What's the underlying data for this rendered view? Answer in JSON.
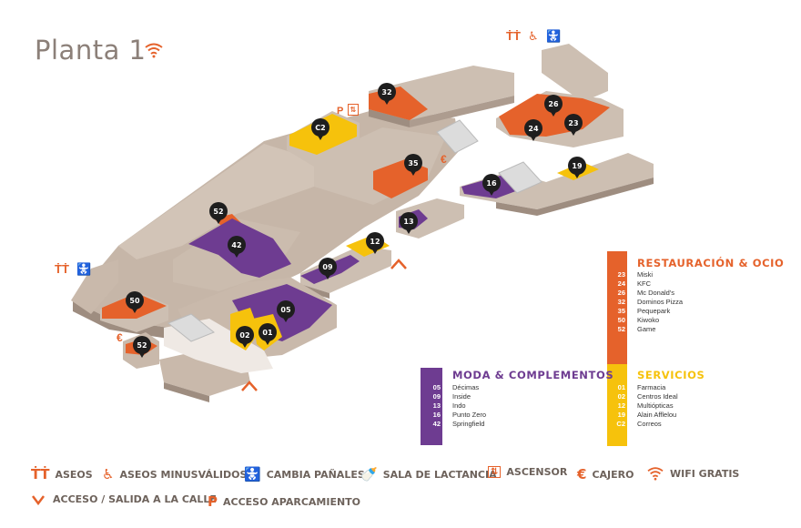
{
  "title": "Planta 1",
  "colors": {
    "restauracion": "#e5622b",
    "moda": "#6e3c91",
    "servicios": "#f6c20c",
    "building": "#c9b9ab",
    "icons": "#e5622b"
  },
  "map_pins": [
    "32",
    "C2",
    "26",
    "23",
    "24",
    "35",
    "16",
    "19",
    "13",
    "52",
    "42",
    "12",
    "09",
    "50",
    "05",
    "02",
    "01",
    "52"
  ],
  "map_icons": {
    "parking": "P",
    "euro": "€",
    "euro2": "€"
  },
  "legend_restauracion": {
    "title": "RESTAURACIÓN & OCIO",
    "items": [
      {
        "num": "23",
        "name": "Miski"
      },
      {
        "num": "24",
        "name": "KFC"
      },
      {
        "num": "26",
        "name": "Mc Donald's"
      },
      {
        "num": "32",
        "name": "Dominos Pizza"
      },
      {
        "num": "35",
        "name": "Pequepark"
      },
      {
        "num": "50",
        "name": "Kiwoko"
      },
      {
        "num": "52",
        "name": "Game"
      }
    ]
  },
  "legend_moda": {
    "title": "MODA & COMPLEMENTOS",
    "items": [
      {
        "num": "05",
        "name": "Décimas"
      },
      {
        "num": "09",
        "name": "Inside"
      },
      {
        "num": "13",
        "name": "Indo"
      },
      {
        "num": "16",
        "name": "Punto Zero"
      },
      {
        "num": "42",
        "name": "Springfield"
      }
    ]
  },
  "legend_servicios": {
    "title": "SERVICIOS",
    "items": [
      {
        "num": "01",
        "name": "Farmacia"
      },
      {
        "num": "02",
        "name": "Centros Ideal"
      },
      {
        "num": "12",
        "name": "Multiópticas"
      },
      {
        "num": "19",
        "name": "Alain Afflelou"
      },
      {
        "num": "C2",
        "name": "Correos"
      }
    ]
  },
  "bottom_legend": {
    "aseos": "ASEOS",
    "minusvalidos": "ASEOS MINUSVÁLIDOS",
    "panales": "CAMBIA PAÑALES",
    "lactancia": "SALA DE LACTANCIA",
    "ascensor": "ASCENSOR",
    "cajero": "CAJERO",
    "wifi": "WIFI GRATIS",
    "acceso": "ACCESO / SALIDA A LA CALLE",
    "parking": "ACCESO APARCAMIENTO",
    "parking_icon": "P",
    "cajero_icon": "€"
  }
}
